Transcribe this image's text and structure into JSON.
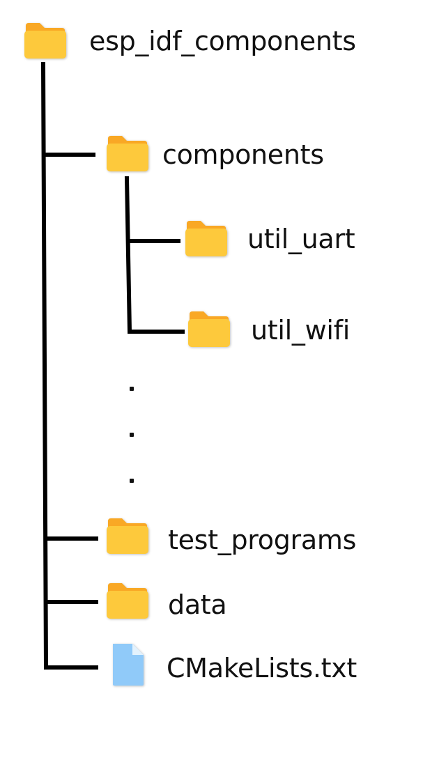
{
  "colors": {
    "folder_tab": "#f9a825",
    "folder_body": "#fdc93c",
    "file_body": "#90caf9",
    "file_fold": "#e3f2fd",
    "line": "#000000",
    "text": "#111111"
  },
  "tree": {
    "root": {
      "label": "esp_idf_components",
      "icon": "folder-icon"
    },
    "components": {
      "label": "components",
      "icon": "folder-icon"
    },
    "util_uart": {
      "label": "util_uart",
      "icon": "folder-icon"
    },
    "util_wifi": {
      "label": "util_wifi",
      "icon": "folder-icon"
    },
    "ellipsis": {
      "icon": "vertical-ellipsis"
    },
    "test_programs": {
      "label": "test_programs",
      "icon": "folder-icon"
    },
    "data": {
      "label": "data",
      "icon": "folder-icon"
    },
    "cmakelists": {
      "label": "CMakeLists.txt",
      "icon": "file-icon"
    }
  }
}
